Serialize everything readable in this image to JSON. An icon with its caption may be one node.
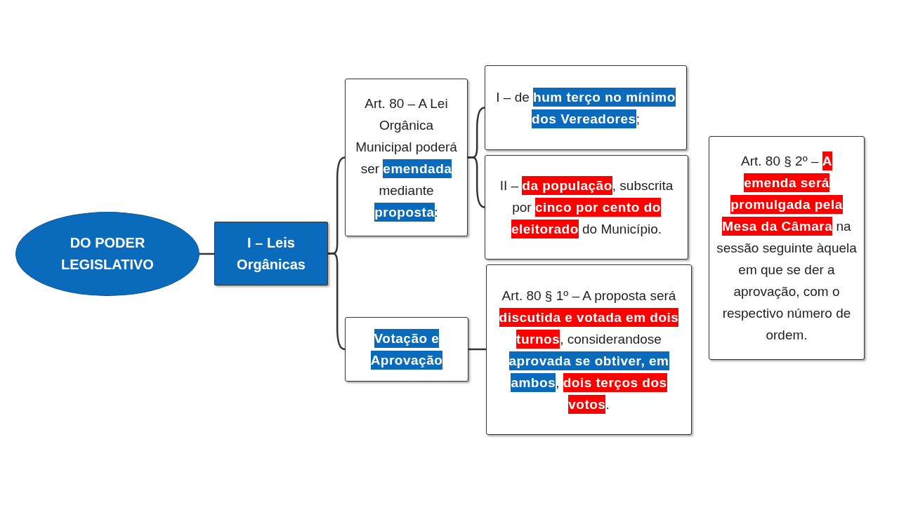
{
  "diagram": {
    "nodes": [
      {
        "text": [
          "DO PODER LEGISLATIVO"
        ]
      },
      {
        "text": [
          "I – Leis Orgânicas"
        ]
      },
      {
        "text": [
          "Art. 80 – A Lei Orgânica Municipal poderá ser *emendada* mediante *proposta*:"
        ]
      },
      {
        "text": [
          "I – de *hum terço no mínimo dos Vereadores*;"
        ]
      },
      {
        "text": [
          "II – **da população**, subscrita por **cinco por cento do eleitorado** do Município."
        ]
      },
      {
        "text": [
          "*Votação e Aprovação*"
        ]
      },
      {
        "text": [
          "Art. 80 § 1º – A proposta será **discutida e votada em dois turnos**, considerandose *aprovada se obtiver, em ambos*, **dois terços dos votos**."
        ]
      },
      {
        "text": [
          "Art. 80 § 2º – **A emenda será promulgada pela Mesa da Câmara** na sessão seguinte àquela em que se der a aprovação, com o respectivo número de ordem."
        ]
      }
    ],
    "edges": [
      {
        "from": 0,
        "to": 1,
        "arrow": "none"
      },
      {
        "from": 1,
        "to": 2,
        "arrow": "none"
      },
      {
        "from": 1,
        "to": 5,
        "arrow": "none"
      },
      {
        "from": 2,
        "to": 3,
        "arrow": "none"
      },
      {
        "from": 2,
        "to": 4,
        "arrow": "none"
      },
      {
        "from": 5,
        "to": 6,
        "arrow": "none"
      }
    ]
  }
}
